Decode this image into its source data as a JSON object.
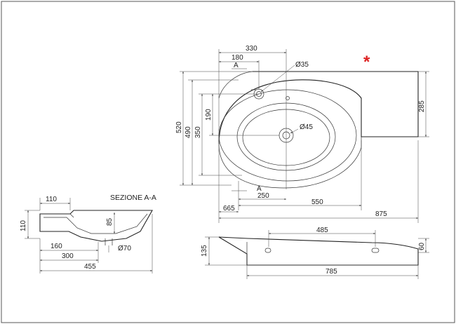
{
  "marker": {
    "symbol": "*",
    "color": "#d22222"
  },
  "section_title": "SEZIONE A-A",
  "section_mark": "A",
  "dims": {
    "top_330": "330",
    "top_180": "180",
    "hole_d35": "Ø35",
    "drain_d45": "Ø45",
    "h_520": "520",
    "h_490": "490",
    "h_350": "350",
    "h_190": "190",
    "h_285": "285",
    "w_250": "250",
    "w_550": "550",
    "w_665": "665",
    "w_875": "875",
    "sec_110_w": "110",
    "sec_110_h": "110",
    "sec_85": "85",
    "sec_160": "160",
    "sec_300": "300",
    "sec_455": "455",
    "sec_d70": "Ø70",
    "front_485": "485",
    "front_135": "135",
    "front_60": "60",
    "front_785": "785"
  },
  "colors": {
    "border": "#555555",
    "line": "#333333",
    "accent": "#d22222"
  }
}
